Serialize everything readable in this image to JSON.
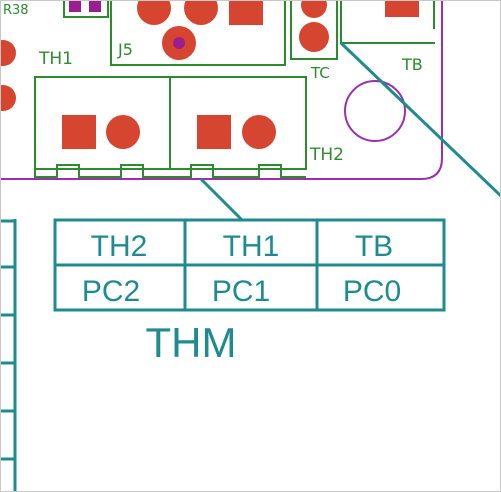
{
  "colors": {
    "silkscreen": "#2d8a2d",
    "pad": "#d6452f",
    "board_outline": "#9b2fae",
    "annotation": "#1f8b8f",
    "via": "#9b1e8e"
  },
  "board": {
    "labels": {
      "r38": "R38",
      "j5": "J5",
      "th1": "TH1",
      "th2": "TH2",
      "tc": "TC",
      "tb": "TB"
    }
  },
  "table": {
    "rows": [
      [
        "TH2",
        "TH1",
        "TB"
      ],
      [
        "PC2",
        "PC1",
        "PC0"
      ]
    ],
    "caption": "THM"
  }
}
